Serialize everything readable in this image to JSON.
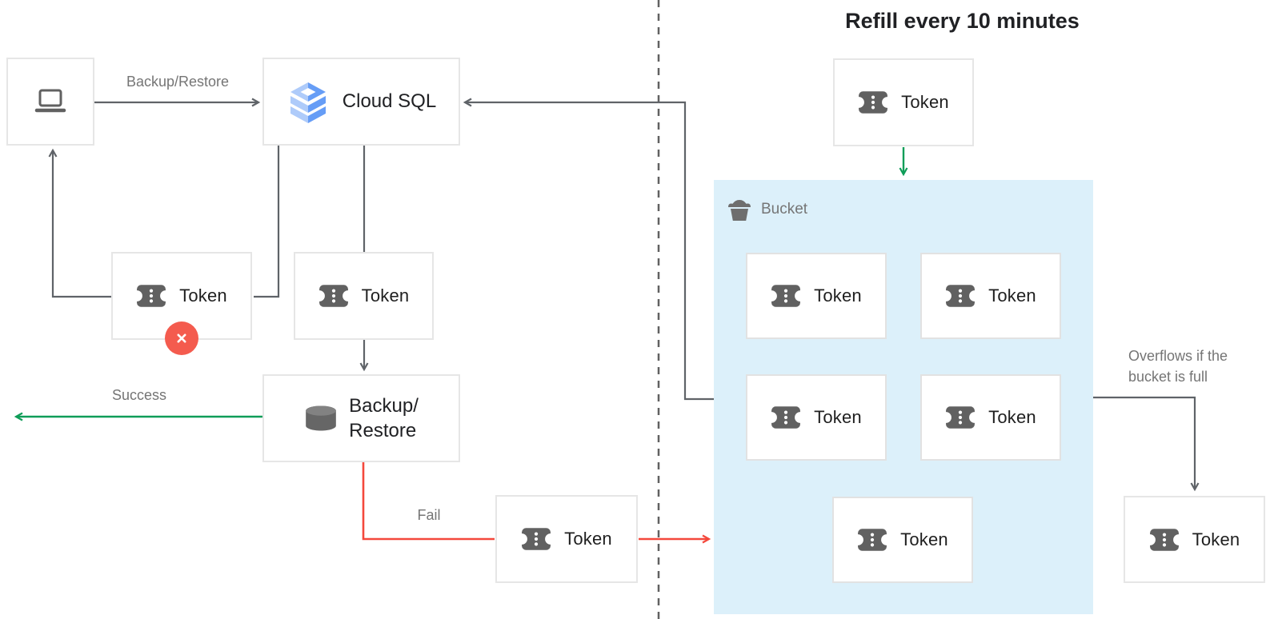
{
  "title": "Refill every 10 minutes",
  "nodes": {
    "cloud_sql": {
      "label": "Cloud SQL",
      "icon": "cloud-sql-icon"
    },
    "backup_restore": {
      "label_line1": "Backup/",
      "label_line2": "Restore",
      "icon": "database-icon"
    },
    "laptop": {
      "icon": "laptop-icon"
    },
    "bucket": {
      "label": "Bucket",
      "icon": "bucket-icon"
    }
  },
  "tokens": {
    "rejected": "Token",
    "in_flight": "Token",
    "fail": "Token",
    "refill": "Token",
    "overflow": "Token",
    "bucket": [
      "Token",
      "Token",
      "Token",
      "Token",
      "Token"
    ]
  },
  "edges": {
    "backup_restore_label": "Backup/Restore",
    "success_label": "Success",
    "fail_label": "Fail",
    "overflow_label_line1": "Overflows if the",
    "overflow_label_line2": "bucket is full"
  },
  "colors": {
    "line_gray": "#5f6368",
    "green": "#0f9d58",
    "red": "#f4483c",
    "badge_red": "#f45b4e",
    "bucket_fill": "#dcf0fa",
    "box_border": "#e6e6e6",
    "icon_gray": "#616161",
    "label_gray": "#757575",
    "text_dark": "#1f1f1f",
    "cloud_sql_blue_light": "#aecbfa",
    "cloud_sql_blue": "#669df6"
  }
}
